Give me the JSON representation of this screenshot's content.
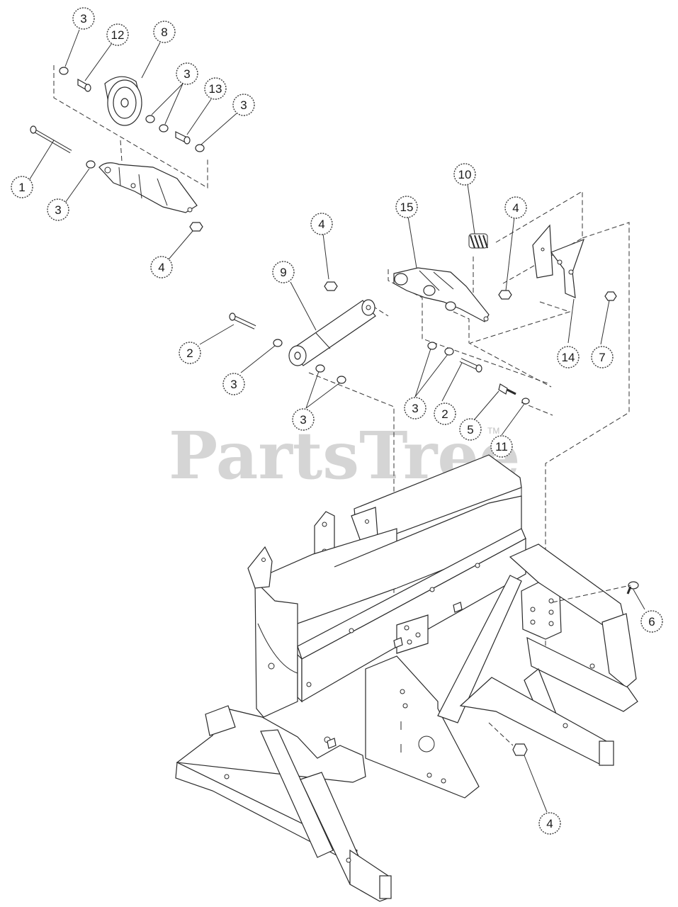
{
  "watermark": {
    "text": "PartsTree",
    "trademark": "TM"
  },
  "callouts": {
    "c3a": "3",
    "c12": "12",
    "c8": "8",
    "c3b": "3",
    "c13": "13",
    "c3c": "3",
    "c1": "1",
    "c3d": "3",
    "c4a": "4",
    "c10": "10",
    "c4b": "4",
    "c15": "15",
    "c4c": "4",
    "c9": "9",
    "c14": "14",
    "c7": "7",
    "c2a": "2",
    "c3e": "3",
    "c3f": "3",
    "c3g": "3",
    "c2b": "2",
    "c5": "5",
    "c11": "11",
    "c6": "6",
    "c4d": "4"
  }
}
